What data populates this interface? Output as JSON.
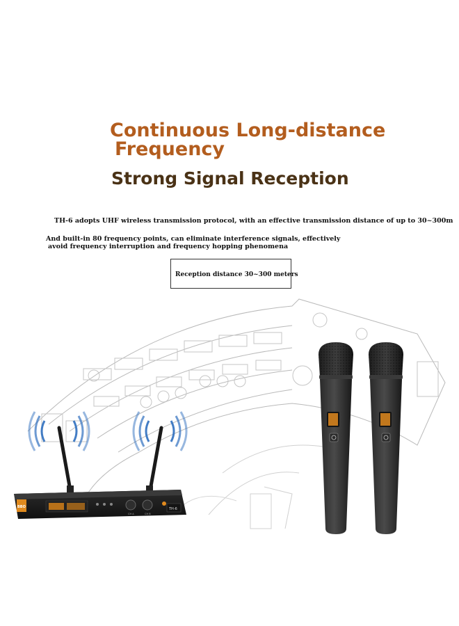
{
  "heading": {
    "line1": "Continuous Long-distance",
    "line2": "Frequency",
    "line3": "Strong Signal Reception"
  },
  "description": {
    "line1": "TH-6 adopts UHF wireless transmission protocol, with an effective transmission distance of up to 30~300m",
    "line2": "And built-in 80 frequency points, can eliminate interference signals, effectively",
    "line3": "avoid frequency interruption and frequency hopping phenomena"
  },
  "range_label": "Reception distance 30~300 meters",
  "receiver": {
    "model_label": "TH-6",
    "brand_label": "BBO",
    "knob1_label": "CH A",
    "knob2_label": "CH B"
  },
  "colors": {
    "heading_orange": "#b35d1e",
    "heading_brown": "#4a3216",
    "signal_blue": "#2f6fbf",
    "device_black": "#1e1e1e",
    "display_orange": "#e08a1e"
  },
  "icons": [
    "wireless-signal-icon",
    "power-icon"
  ]
}
